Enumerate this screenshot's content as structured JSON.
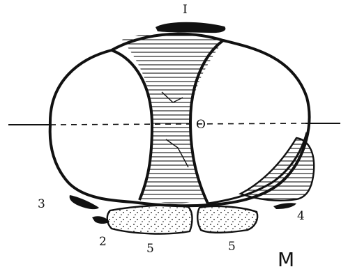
{
  "labels": {
    "top": "I",
    "center": "O",
    "left": "3",
    "bottom_left": "2",
    "right": "4",
    "bottom_a": "5",
    "bottom_b": "5"
  },
  "signature": "M",
  "colors": {
    "ink": "#111111",
    "paper": "#ffffff"
  },
  "patterns": {
    "center_fill": "horizontal-hatching",
    "right_fill": "horizontal-hatching",
    "bottom_fill": "stipple"
  }
}
